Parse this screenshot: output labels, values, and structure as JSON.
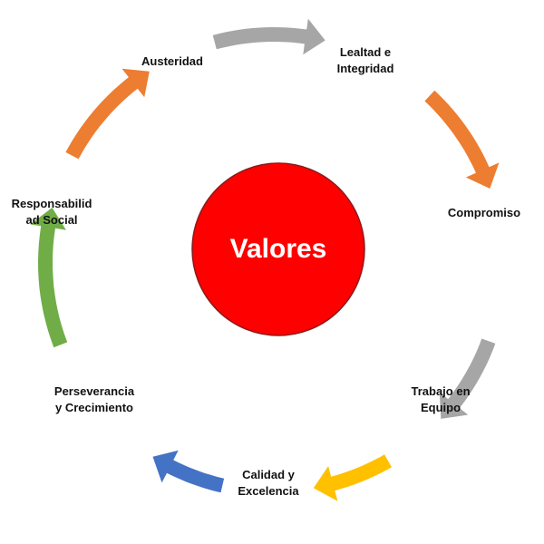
{
  "center": {
    "label": "Valores",
    "fill": "#ff0000",
    "stroke": "#8b1a1a"
  },
  "values": [
    {
      "id": "lealtad",
      "lines": [
        "Lealtad e",
        "Integridad"
      ]
    },
    {
      "id": "compromiso",
      "lines": [
        "Compromiso"
      ]
    },
    {
      "id": "trabajo",
      "lines": [
        "Trabajo en",
        "Equipo"
      ]
    },
    {
      "id": "calidad",
      "lines": [
        "Calidad y",
        "Excelencia"
      ]
    },
    {
      "id": "perseverancia",
      "lines": [
        "Perseverancia",
        "y Crecimiento"
      ]
    },
    {
      "id": "responsabilidad",
      "lines": [
        "Responsabilid",
        "ad Social"
      ]
    },
    {
      "id": "austeridad",
      "lines": [
        "Austeridad"
      ]
    }
  ],
  "arrows": [
    {
      "id": "austeridad-to-lealtad",
      "color": "#a6a6a6"
    },
    {
      "id": "lealtad-to-compromiso",
      "color": "#ed7d31"
    },
    {
      "id": "compromiso-to-trabajo",
      "color": "#a6a6a6"
    },
    {
      "id": "trabajo-to-calidad",
      "color": "#ffc000"
    },
    {
      "id": "calidad-to-perseverancia",
      "color": "#4472c4"
    },
    {
      "id": "perseverancia-to-responsabilidad",
      "color": "#70ad47"
    },
    {
      "id": "responsabilidad-to-austeridad",
      "color": "#ed7d31"
    }
  ]
}
